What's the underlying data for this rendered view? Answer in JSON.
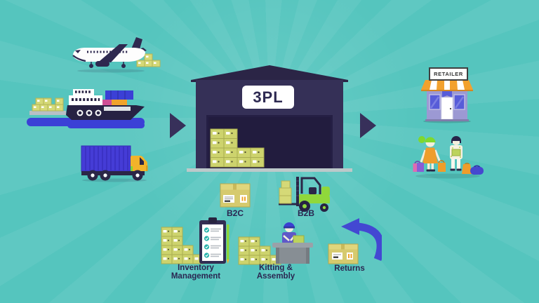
{
  "scene": {
    "background_color": "#55c5be",
    "accent_dark": "#322d52",
    "accent_blue": "#4348d2",
    "accent_green": "#90d83b",
    "accent_orange": "#f2a12e",
    "crate_yellow": "#cdd36d"
  },
  "warehouse": {
    "sign": "3PL"
  },
  "retailer": {
    "sign": "RETAILER"
  },
  "inbound": {
    "modes": [
      "airplane",
      "cargo-ship",
      "container-truck"
    ]
  },
  "channels": {
    "b2c": {
      "label": "B2C",
      "icon": "parcel-box-icon"
    },
    "b2b": {
      "label": "B2B",
      "icon": "forklift-icon"
    }
  },
  "services": {
    "inventory": {
      "label": "Inventory\nManagement",
      "icon": "crates-clipboard-icon"
    },
    "kitting": {
      "label": "Kitting &\nAssembly",
      "icon": "packing-desk-icon"
    },
    "returns": {
      "label": "Returns",
      "icon": "return-arrow-box-icon"
    }
  }
}
